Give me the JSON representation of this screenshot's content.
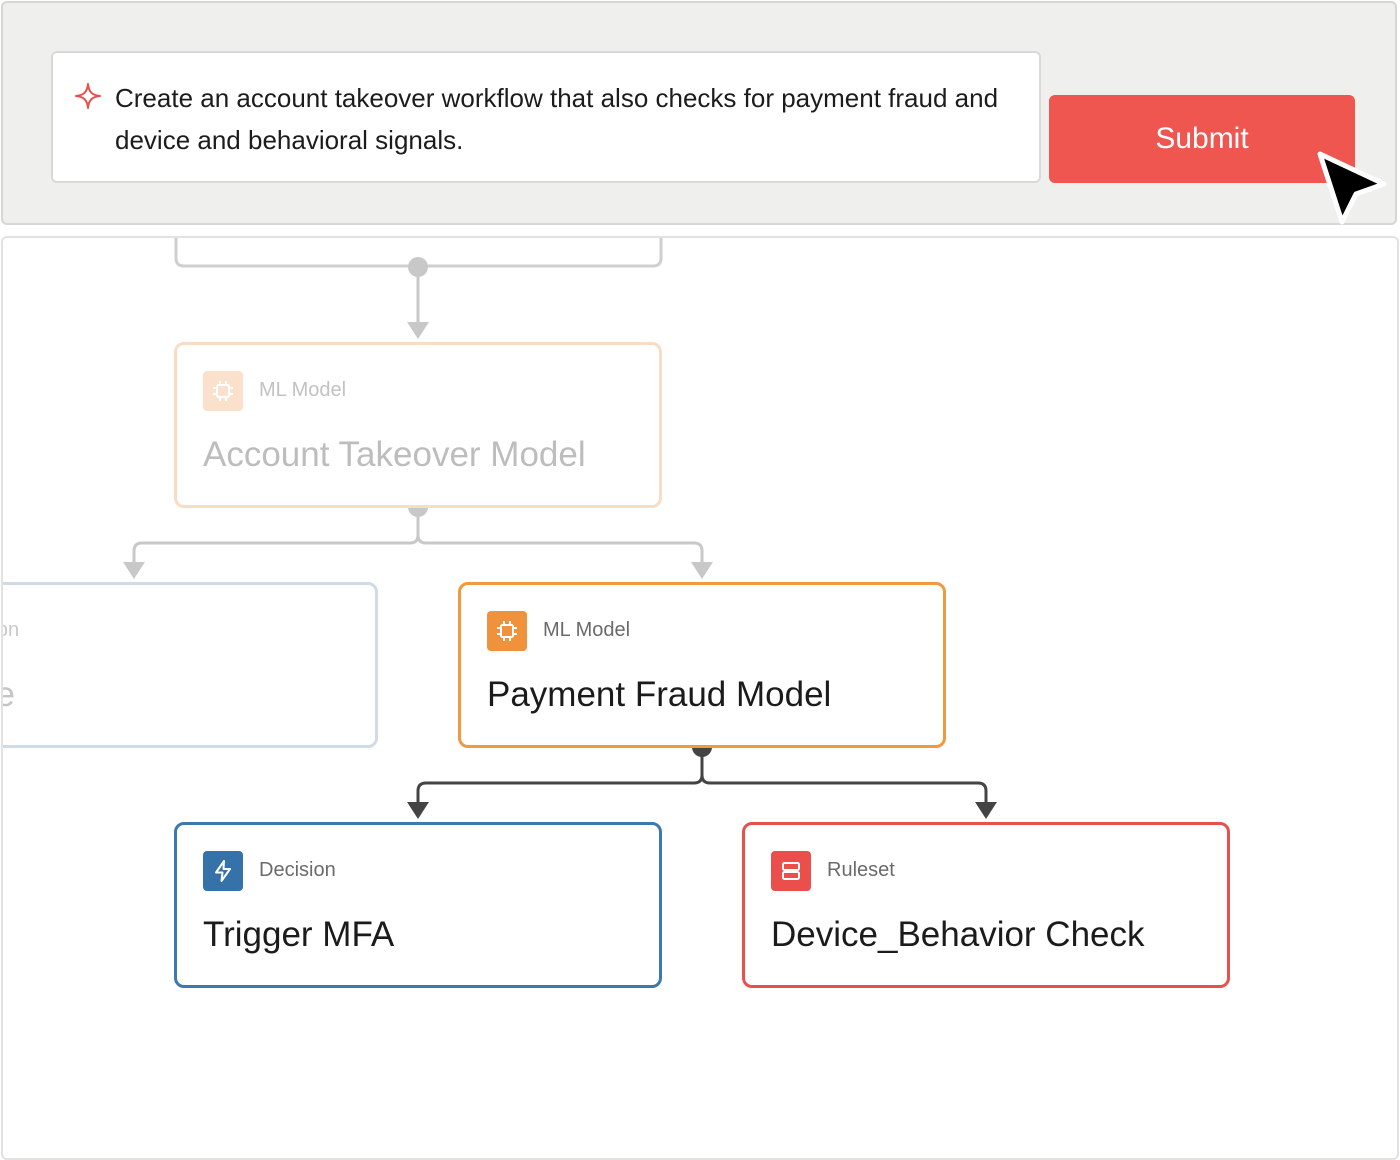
{
  "prompt": {
    "text": "Create an account takeover workflow that also checks for payment fraud and device and behavioral signals.",
    "icon": "sparkle-icon"
  },
  "submit": {
    "label": "Submit"
  },
  "colors": {
    "submit": "#ef5650",
    "ml_model": "#f0993f",
    "decision": "#3d79ad",
    "ruleset": "#e8504d",
    "faded_edge": "#cccccc",
    "active_edge": "#444444"
  },
  "workflow": {
    "nodes": {
      "account_takeover": {
        "type": "ML Model",
        "title": "Account Takeover Model",
        "icon": "chip-icon",
        "state": "faded"
      },
      "left_decision": {
        "type": "cision",
        "title": "ne",
        "state": "faded"
      },
      "payment_fraud": {
        "type": "ML Model",
        "title": "Payment Fraud Model",
        "icon": "chip-icon"
      },
      "trigger_mfa": {
        "type": "Decision",
        "title": "Trigger MFA",
        "icon": "lightning-icon"
      },
      "device_behavior": {
        "type": "Ruleset",
        "title": "Device_Behavior Check",
        "icon": "ruleset-icon"
      }
    }
  }
}
